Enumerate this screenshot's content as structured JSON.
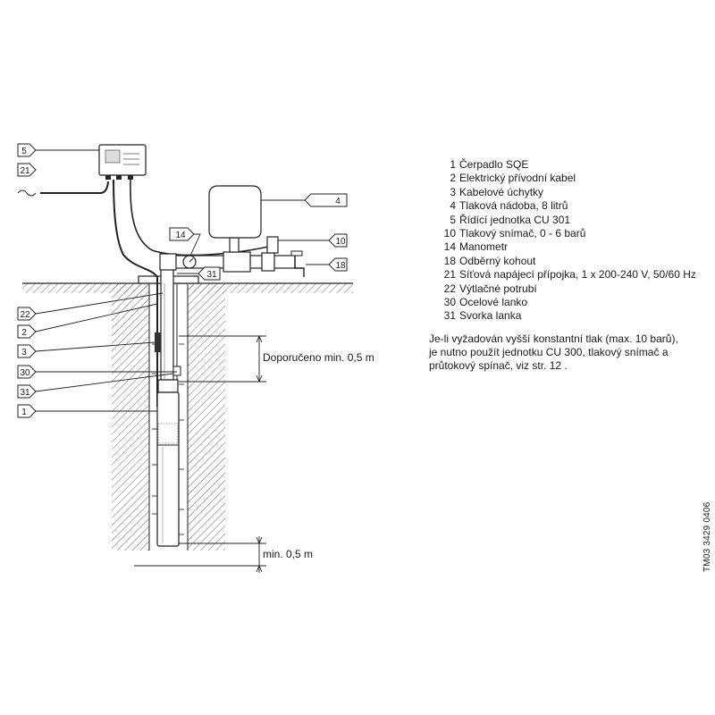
{
  "callouts": {
    "c5": "5",
    "c21": "21",
    "c4": "4",
    "c14": "14",
    "c10": "10",
    "c18": "18",
    "c31_top": "31",
    "c22": "22",
    "c2": "2",
    "c3": "3",
    "c30": "30",
    "c31": "31",
    "c1": "1"
  },
  "dimensions": {
    "recommended": "Doporučeno min. 0,5 m",
    "bottom": "min. 0,5 m"
  },
  "legend": [
    {
      "num": "1",
      "text": "Čerpadlo SQE"
    },
    {
      "num": "2",
      "text": "Elektrický přívodní kabel"
    },
    {
      "num": "3",
      "text": "Kabelové úchytky"
    },
    {
      "num": "4",
      "text": "Tlaková nádoba, 8 litrů"
    },
    {
      "num": "5",
      "text": "Řídící jednotka CU 301"
    },
    {
      "num": "10",
      "text": "Tlakový snímač, 0 - 6 barů"
    },
    {
      "num": "14",
      "text": "Manometr"
    },
    {
      "num": "18",
      "text": "Odběrný kohout"
    },
    {
      "num": "21",
      "text": "Síťová napájecí přípojka, 1 x 200-240 V, 50/60 Hz"
    },
    {
      "num": "22",
      "text": "Výtlačné potrubí"
    },
    {
      "num": "30",
      "text": "Ocelové lanko"
    },
    {
      "num": "31",
      "text": "Svorka lanka"
    }
  ],
  "note": [
    "Je-li vyžadován vyšší konstantní tlak (max. 10 barů),",
    "je nutno použít jednotku CU 300, tlakový snímač a",
    "průtokový spínač, viz str. 12 ."
  ],
  "drawing_code": "TM03 3429 0406"
}
